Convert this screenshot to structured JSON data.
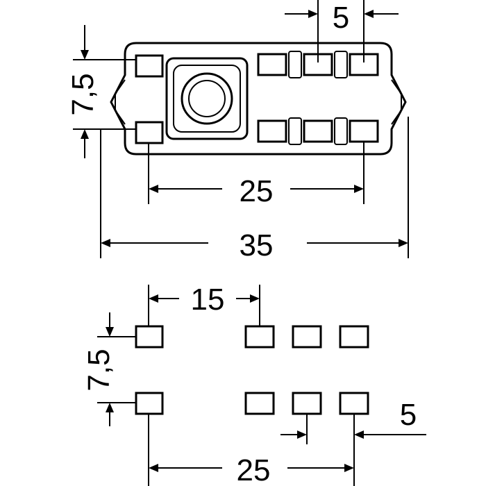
{
  "top_view": {
    "dim_pitch_small": "5",
    "dim_row_spacing": "7,5",
    "dim_pin_span": "25",
    "dim_overall_width": "35"
  },
  "bottom_view": {
    "dim_group_offset": "15",
    "dim_row_spacing": "7,5",
    "dim_pitch_small": "5",
    "dim_pin_span": "25"
  },
  "colors": {
    "line": "#000000",
    "background": "#ffffff"
  }
}
